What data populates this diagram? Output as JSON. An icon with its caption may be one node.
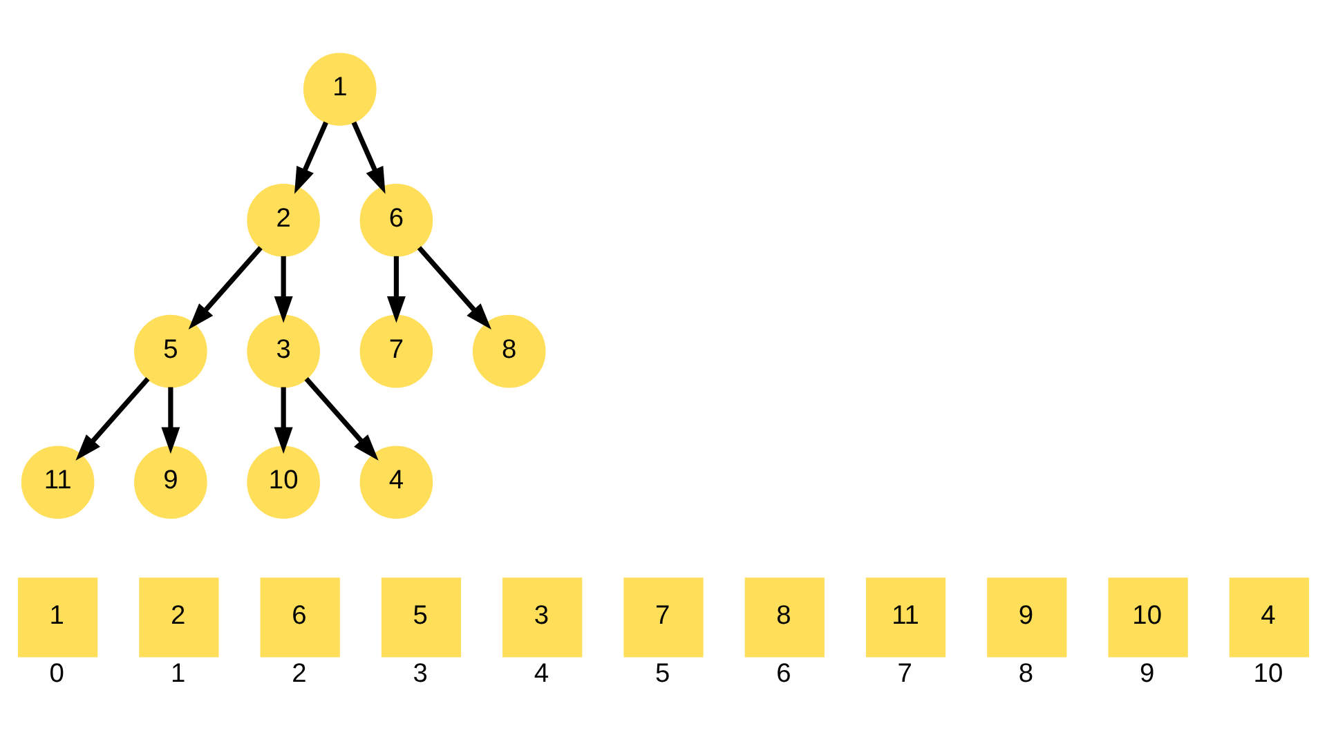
{
  "diagram": {
    "nodes": [
      {
        "text": [
          "1"
        ]
      },
      {
        "text": [
          "2"
        ]
      },
      {
        "text": [
          "6"
        ]
      },
      {
        "text": [
          "5"
        ]
      },
      {
        "text": [
          "3"
        ]
      },
      {
        "text": [
          "7"
        ]
      },
      {
        "text": [
          "8"
        ]
      },
      {
        "text": [
          "11"
        ]
      },
      {
        "text": [
          "9"
        ]
      },
      {
        "text": [
          "10"
        ]
      },
      {
        "text": [
          "4"
        ]
      },
      {
        "text": [
          "1"
        ],
        "beside": [
          "0"
        ]
      },
      {
        "text": [
          "2"
        ],
        "beside": [
          "1"
        ]
      },
      {
        "text": [
          "6"
        ],
        "beside": [
          "2"
        ]
      },
      {
        "text": [
          "5"
        ],
        "beside": [
          "3"
        ]
      },
      {
        "text": [
          "3"
        ],
        "beside": [
          "4"
        ]
      },
      {
        "text": [
          "7"
        ],
        "beside": [
          "5"
        ]
      },
      {
        "text": [
          "8"
        ],
        "beside": [
          "6"
        ]
      },
      {
        "text": [
          "11"
        ],
        "beside": [
          "7"
        ]
      },
      {
        "text": [
          "9"
        ],
        "beside": [
          "8"
        ]
      },
      {
        "text": [
          "10"
        ],
        "beside": [
          "9"
        ]
      },
      {
        "text": [
          "4"
        ],
        "beside": [
          "10"
        ]
      }
    ],
    "edges": [
      {
        "from": 0,
        "to": 1,
        "arrow": "to"
      },
      {
        "from": 0,
        "to": 2,
        "arrow": "to"
      },
      {
        "from": 1,
        "to": 3,
        "arrow": "to"
      },
      {
        "from": 1,
        "to": 4,
        "arrow": "to"
      },
      {
        "from": 2,
        "to": 5,
        "arrow": "to"
      },
      {
        "from": 2,
        "to": 6,
        "arrow": "to"
      },
      {
        "from": 3,
        "to": 7,
        "arrow": "to"
      },
      {
        "from": 3,
        "to": 8,
        "arrow": "to"
      },
      {
        "from": 4,
        "to": 9,
        "arrow": "to"
      },
      {
        "from": 4,
        "to": 10,
        "arrow": "to"
      }
    ]
  }
}
